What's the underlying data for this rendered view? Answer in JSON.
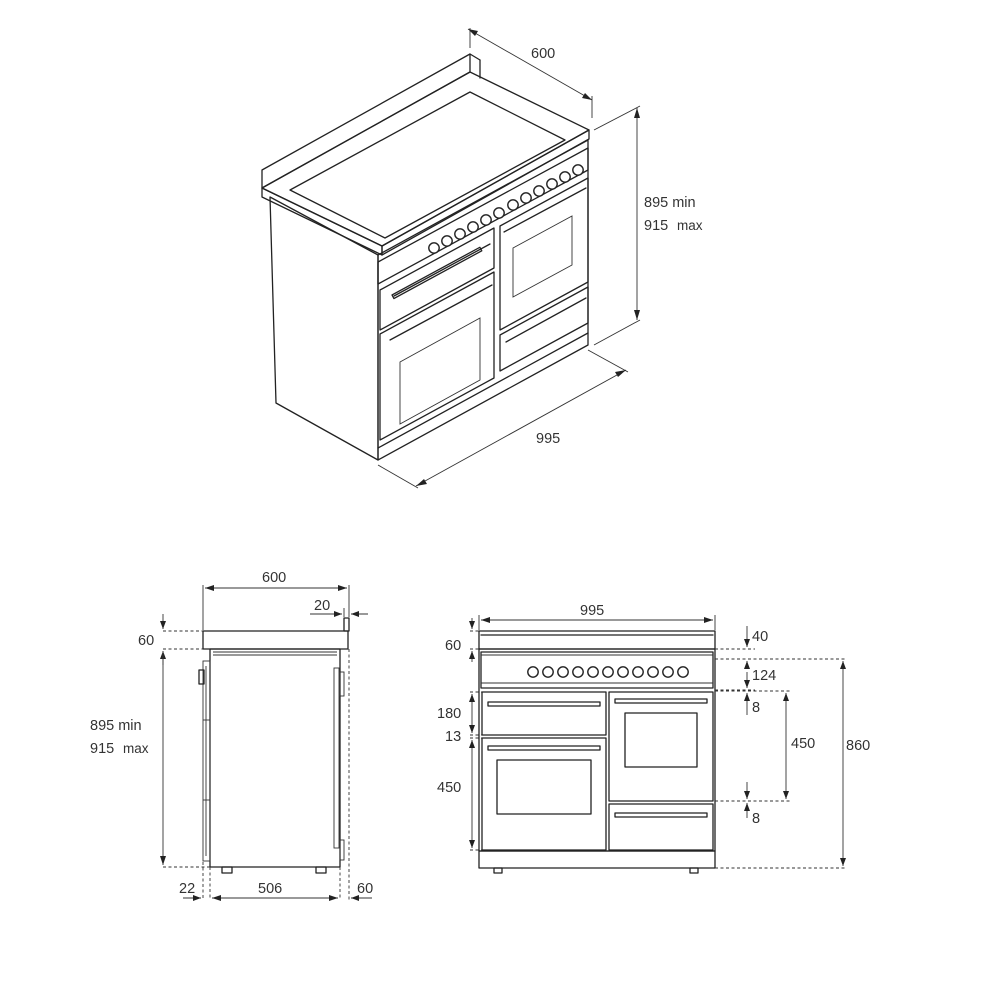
{
  "iso_view": {
    "depth": "600",
    "height_min": "895 min",
    "height_max": "915",
    "height_max_word": "max",
    "width": "995"
  },
  "side_view": {
    "depth": "600",
    "back_offset": "20",
    "top_thickness": "60",
    "height_min": "895 min",
    "height_max": "915",
    "height_max_word": "max",
    "foot_offset": "22",
    "foot_spacing": "506",
    "front_offset": "60"
  },
  "front_view": {
    "width": "995",
    "top_left": "60",
    "top_right": "40",
    "control_panel": "124",
    "gap_top": "8",
    "drawer": "180",
    "gap_mid": "13",
    "left_oven": "450",
    "right_oven": "450",
    "gap_bottom": "8",
    "total_height": "860"
  }
}
